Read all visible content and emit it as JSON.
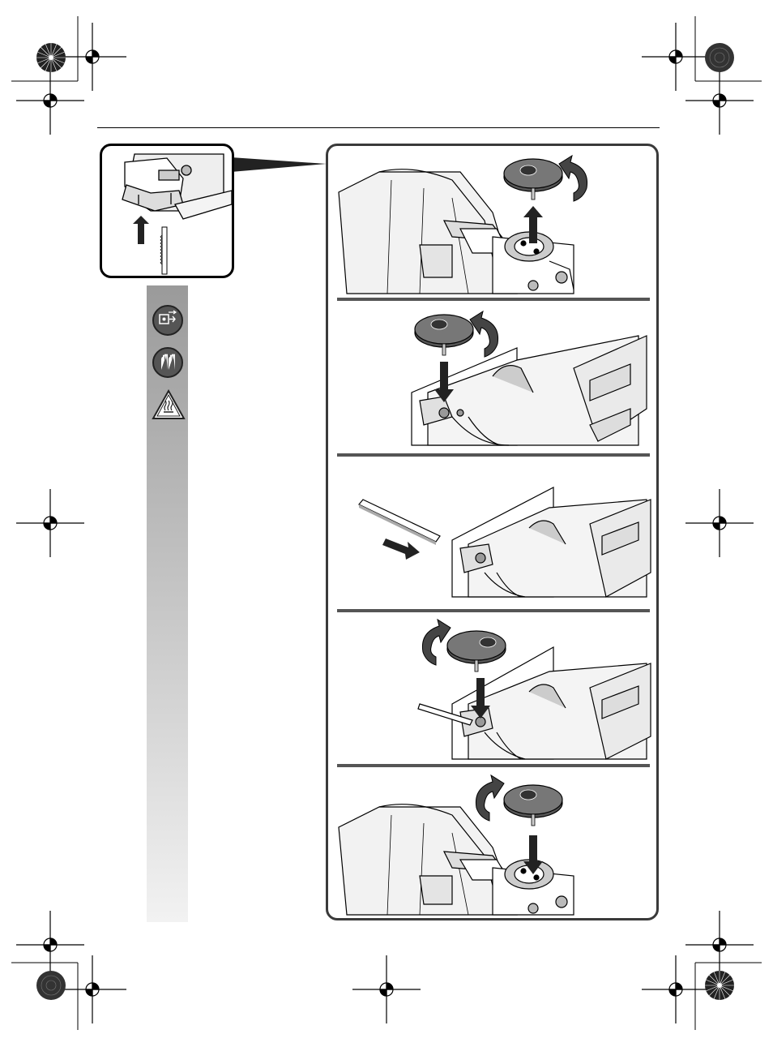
{
  "page": {
    "background": "#ffffff",
    "accent_gray": "#555555"
  },
  "icons": [
    {
      "name": "unplug-icon"
    },
    {
      "name": "gloves-icon"
    },
    {
      "name": "hot-surface-warning-icon"
    }
  ],
  "steps": [
    {
      "name": "step-1-remove-knob"
    },
    {
      "name": "step-2-insert-knob"
    },
    {
      "name": "step-3-insert-blade"
    },
    {
      "name": "step-4-tighten-knob"
    },
    {
      "name": "step-5-press-knob"
    }
  ]
}
